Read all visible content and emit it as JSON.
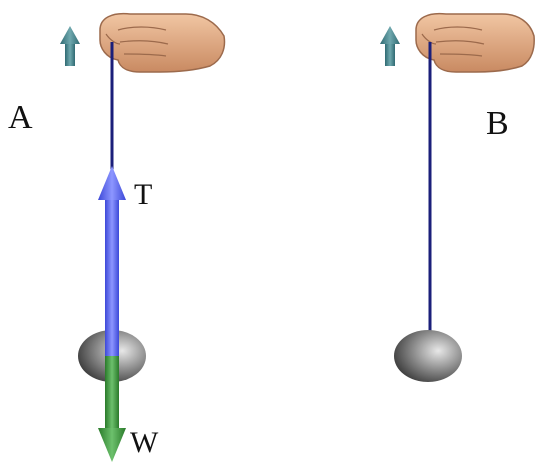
{
  "panels": {
    "a": {
      "label": "A"
    },
    "b": {
      "label": "B"
    }
  },
  "vectors": {
    "tension": {
      "label": "T",
      "color": "#4f5cf0"
    },
    "weight": {
      "label": "W",
      "color": "#3a9a3a"
    }
  },
  "colors": {
    "string": "#1b1f7a",
    "arrow_up": "#3f7f86",
    "bob": "#6b6b6b",
    "hand": "#e0a882"
  },
  "icons": [
    "hand-icon",
    "up-arrow-icon",
    "pendulum-bob"
  ]
}
